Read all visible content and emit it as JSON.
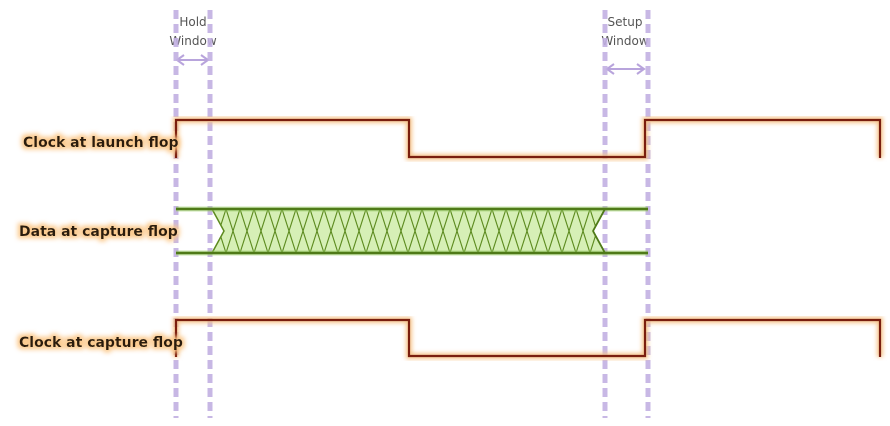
{
  "signals": [
    {
      "label": "Clock at launch flop"
    },
    {
      "label": "Data at capture flop"
    },
    {
      "label": "Clock at capture flop"
    }
  ],
  "windows": {
    "hold": {
      "line1": "Hold",
      "line2": "Window"
    },
    "setup": {
      "line1": "Setup",
      "line2": "Window"
    }
  },
  "colors": {
    "clock": "#7a1e0e",
    "clock_glow": "#f6c48a",
    "data": "#5c8a1e",
    "data_fill": "#c9e8a3",
    "window_line": "#b8a4dc",
    "label_glow": "#fbd7a6"
  }
}
